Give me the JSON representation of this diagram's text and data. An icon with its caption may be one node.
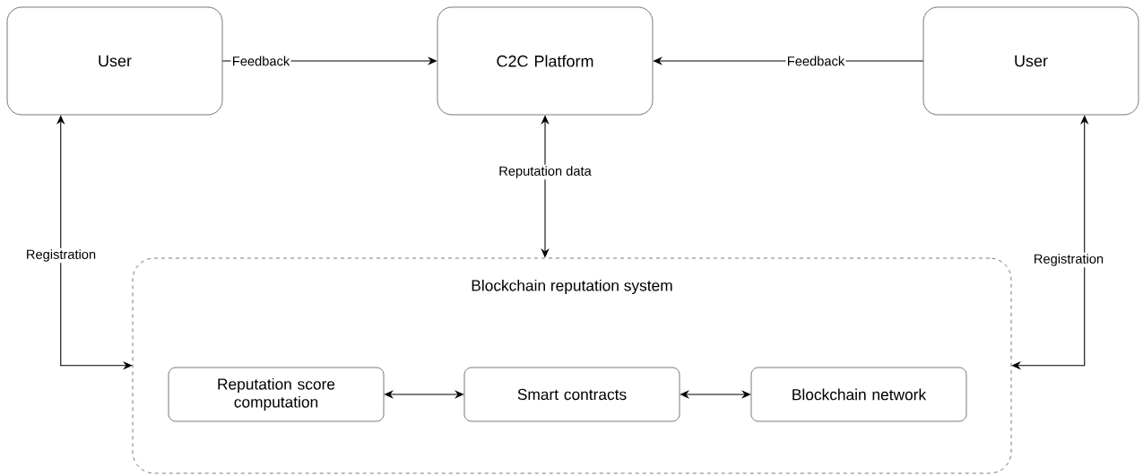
{
  "diagram": {
    "nodes": [
      {
        "text": [
          "User"
        ]
      },
      {
        "text": [
          "C2C Platform"
        ]
      },
      {
        "text": [
          "User"
        ]
      },
      {
        "text": [
          "Blockchain reputation system"
        ]
      },
      {
        "text": [
          "Reputation score computation"
        ],
        "in": 3
      },
      {
        "text": [
          "Smart contracts"
        ],
        "in": 3
      },
      {
        "text": [
          "Blockchain network"
        ],
        "in": 3
      }
    ],
    "edges": [
      {
        "from": 0,
        "to": 1,
        "arrow": "to",
        "label": "Feedback"
      },
      {
        "from": 2,
        "to": 1,
        "arrow": "to",
        "label": "Feedback"
      },
      {
        "from": 3,
        "to": 1,
        "arrow": "both",
        "label": "Reputation data"
      },
      {
        "from": 3,
        "to": 0,
        "arrow": "both",
        "label": "Registration"
      },
      {
        "from": 3,
        "to": 2,
        "arrow": "both",
        "label": "Registration"
      },
      {
        "from": 4,
        "to": 5,
        "arrow": "both"
      },
      {
        "from": 5,
        "to": 6,
        "arrow": "both"
      }
    ]
  }
}
